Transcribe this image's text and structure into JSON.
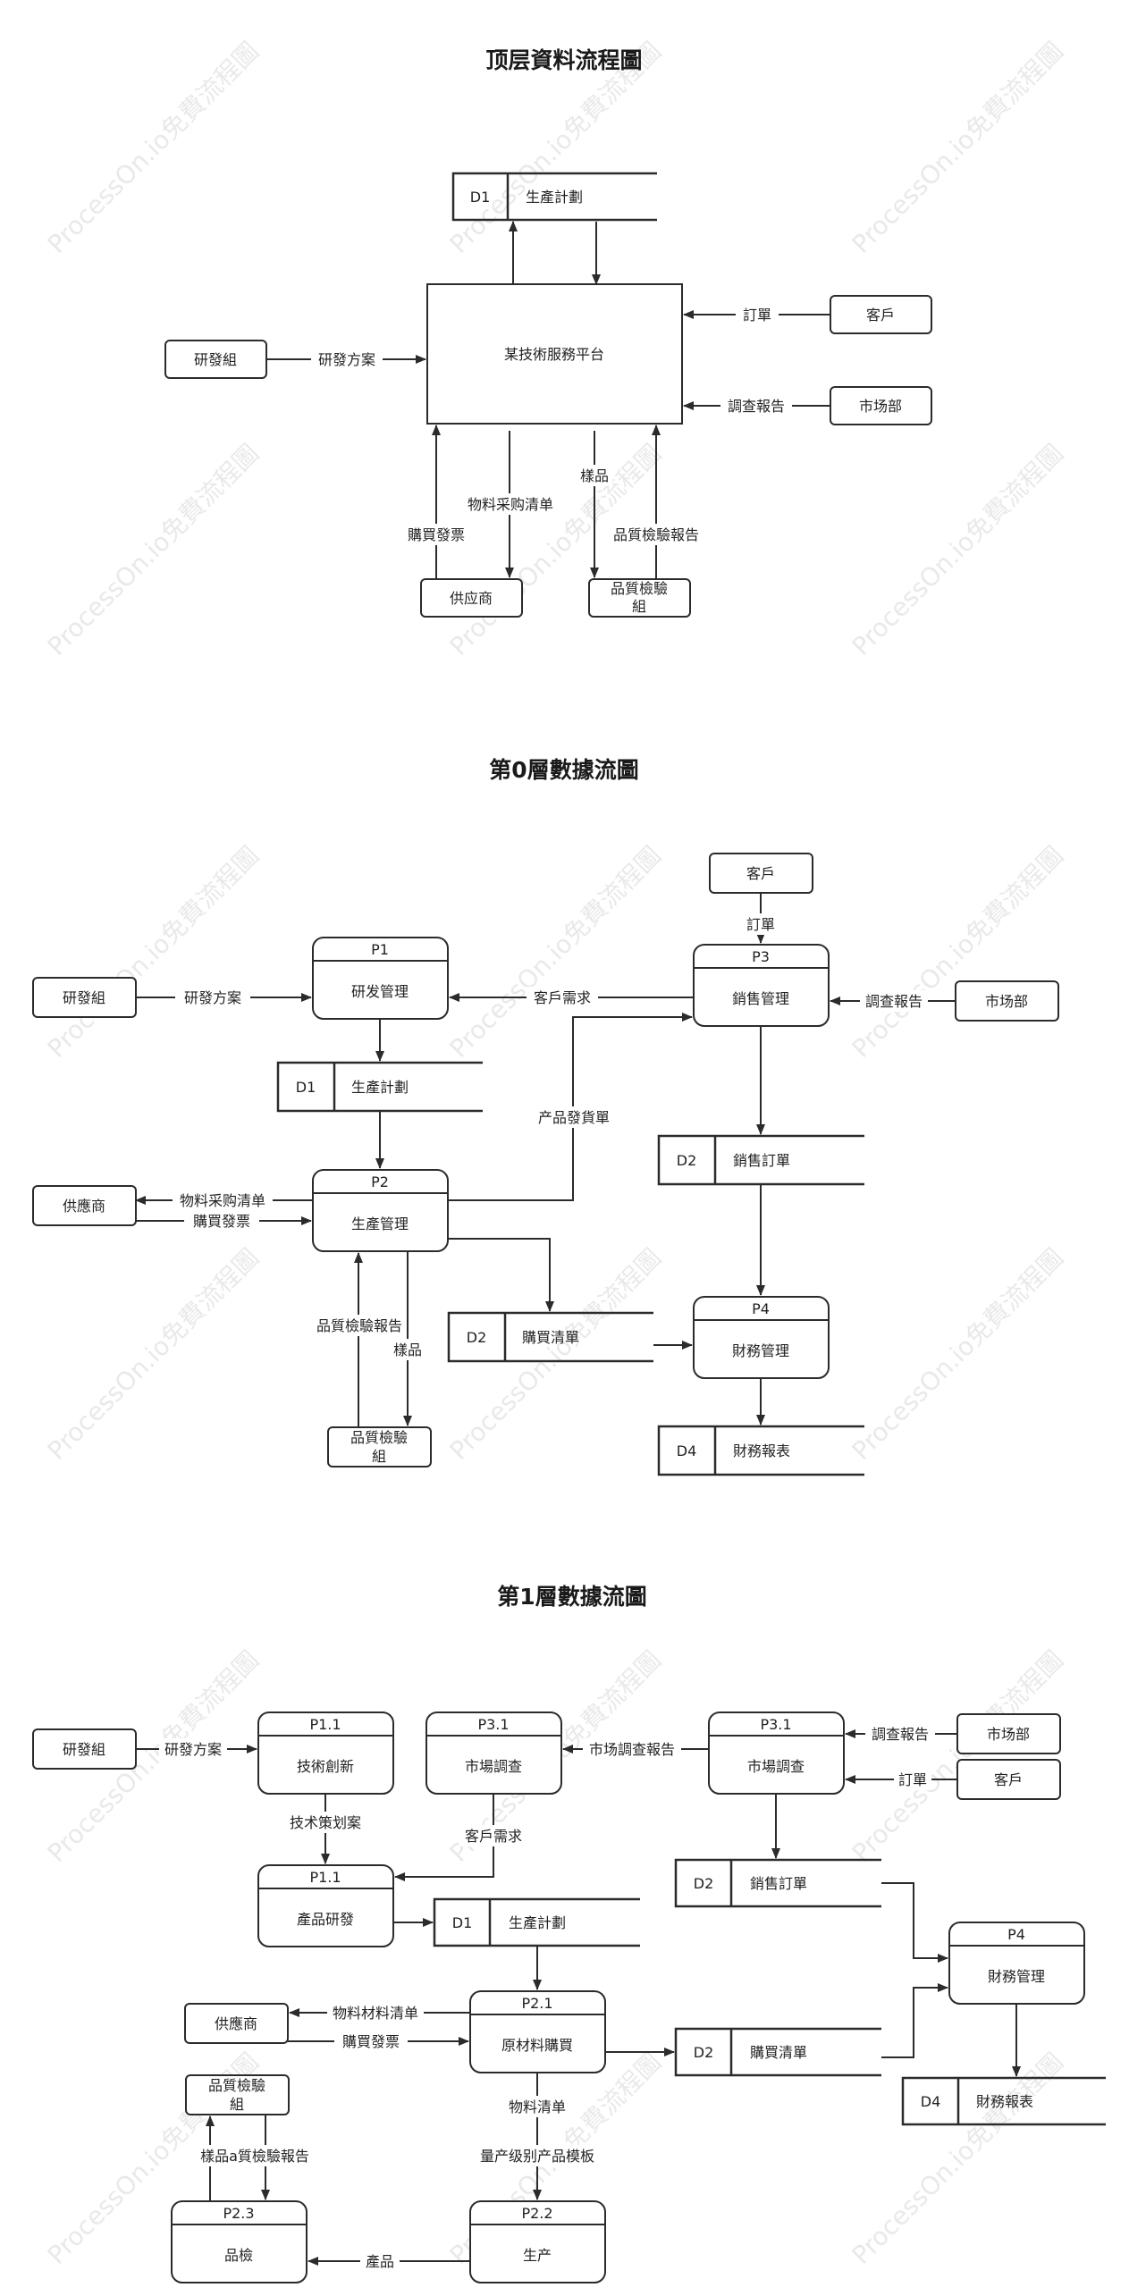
{
  "watermark": "ProcessOn.io免費流程圖",
  "titles": {
    "top": "顶层資料流程圖",
    "level0": "第0層數據流圖",
    "level1": "第1層數據流圖"
  },
  "top": {
    "d1_id": "D1",
    "d1_name": "生產計劃",
    "platform": "某技術服務平台",
    "rnd": "研發組",
    "customer": "客戶",
    "market": "市场部",
    "supplier": "供应商",
    "qc_line1": "品質檢驗",
    "qc_line2": "組",
    "f_rnd_plan": "研發方案",
    "f_order": "訂單",
    "f_survey": "調查報告",
    "f_material": "物料采购清单",
    "f_invoice": "購買發票",
    "f_sample": "樣品",
    "f_qc_report": "品質檢驗報告"
  },
  "level0": {
    "p1_id": "P1",
    "p1_name": "研发管理",
    "p2_id": "P2",
    "p2_name": "生產管理",
    "p3_id": "P3",
    "p3_name": "銷售管理",
    "p4_id": "P4",
    "p4_name": "財務管理",
    "d1_id": "D1",
    "d1_name": "生產計劃",
    "d2a_id": "D2",
    "d2a_name": "銷售訂單",
    "d2b_id": "D2",
    "d2b_name": "購買清單",
    "d4_id": "D4",
    "d4_name": "財務報表",
    "rnd": "研發組",
    "customer": "客戶",
    "market": "市场部",
    "supplier": "供應商",
    "qc_line1": "品質檢驗",
    "qc_line2": "組",
    "f_rnd_plan": "研發方案",
    "f_cust_need": "客戶需求",
    "f_order": "訂單",
    "f_survey": "調查報告",
    "f_delivery": "产品發貨單",
    "f_material": "物料采购清单",
    "f_invoice": "購買發票",
    "f_qc_report": "品質檢驗報告",
    "f_sample": "樣品"
  },
  "level1": {
    "p11a_id": "P1.1",
    "p11a_name": "技術創新",
    "p31a_id": "P3.1",
    "p31a_name": "市場調查",
    "p31b_id": "P3.1",
    "p31b_name": "市場調查",
    "p11b_id": "P1.1",
    "p11b_name": "產品研發",
    "p21_id": "P2.1",
    "p21_name": "原材料購買",
    "p22_id": "P2.2",
    "p22_name": "生产",
    "p23_id": "P2.3",
    "p23_name": "品檢",
    "p4_id": "P4",
    "p4_name": "財務管理",
    "d1_id": "D1",
    "d1_name": "生產計劃",
    "d2a_id": "D2",
    "d2a_name": "銷售訂單",
    "d2b_id": "D2",
    "d2b_name": "購買清單",
    "d4_id": "D4",
    "d4_name": "財務報表",
    "rnd": "研發組",
    "market": "市场部",
    "customer": "客戶",
    "supplier": "供應商",
    "qc_line1": "品質檢驗",
    "qc_line2": "組",
    "f_rnd_plan": "研發方案",
    "f_market_report": "市场調查報告",
    "f_survey": "調查報告",
    "f_order": "訂單",
    "f_tech_plan": "技术策划案",
    "f_cust_need": "客戶需求",
    "f_material": "物料材料清单",
    "f_invoice": "購買發票",
    "f_mat_list": "物料清单",
    "f_mass": "量产级别产品模板",
    "f_sample_qc": "樣品a質檢驗報告",
    "f_product": "產品"
  }
}
